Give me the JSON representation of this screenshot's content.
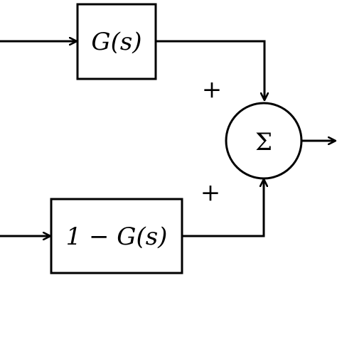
{
  "blocks": {
    "top": {
      "label": "G(s)"
    },
    "bottom": {
      "label": "1 − G(s)"
    }
  },
  "summer": {
    "symbol": "Σ"
  },
  "signs": {
    "top": "+",
    "bottom": "+"
  }
}
